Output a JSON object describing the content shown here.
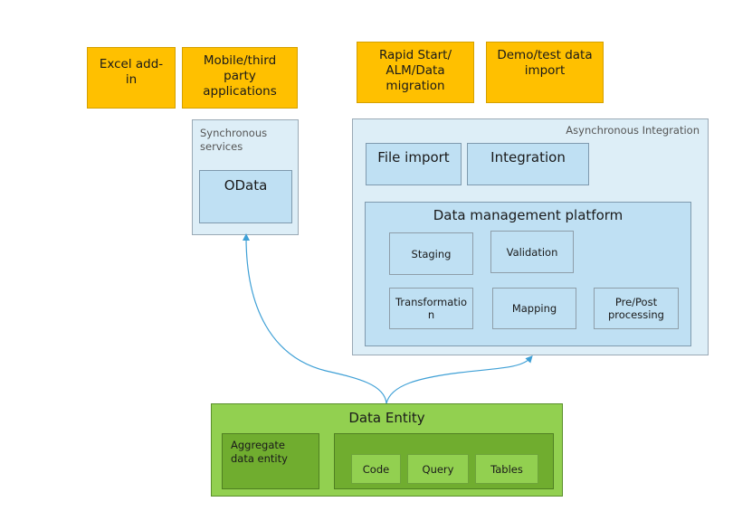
{
  "top": {
    "excel": "Excel add-\nin",
    "mobile": "Mobile/third\nparty\napplications",
    "rapid": "Rapid Start/\nALM/Data\nmigration",
    "demo": "Demo/test data\nimport"
  },
  "sync": {
    "title": "Synchronous\nservices",
    "odata": "OData"
  },
  "async": {
    "title": "Asynchronous Integration",
    "file_import": "File import",
    "integration": "Integration",
    "dmp": {
      "title": "Data management platform",
      "items": [
        "Staging",
        "Validation",
        "Transformatio\nn",
        "Mapping",
        "Pre/Post\nprocessing"
      ]
    }
  },
  "entity": {
    "title": "Data Entity",
    "aggregate": "Aggregate\ndata entity",
    "items": [
      "Code",
      "Query",
      "Tables"
    ]
  },
  "colors": {
    "orange": "#FFC000",
    "light_blue": "#DDEEF7",
    "mid_blue": "#BFE0F3",
    "green": "#92D050",
    "dark_green": "#70AD2F",
    "arrow": "#3FA0D6"
  }
}
